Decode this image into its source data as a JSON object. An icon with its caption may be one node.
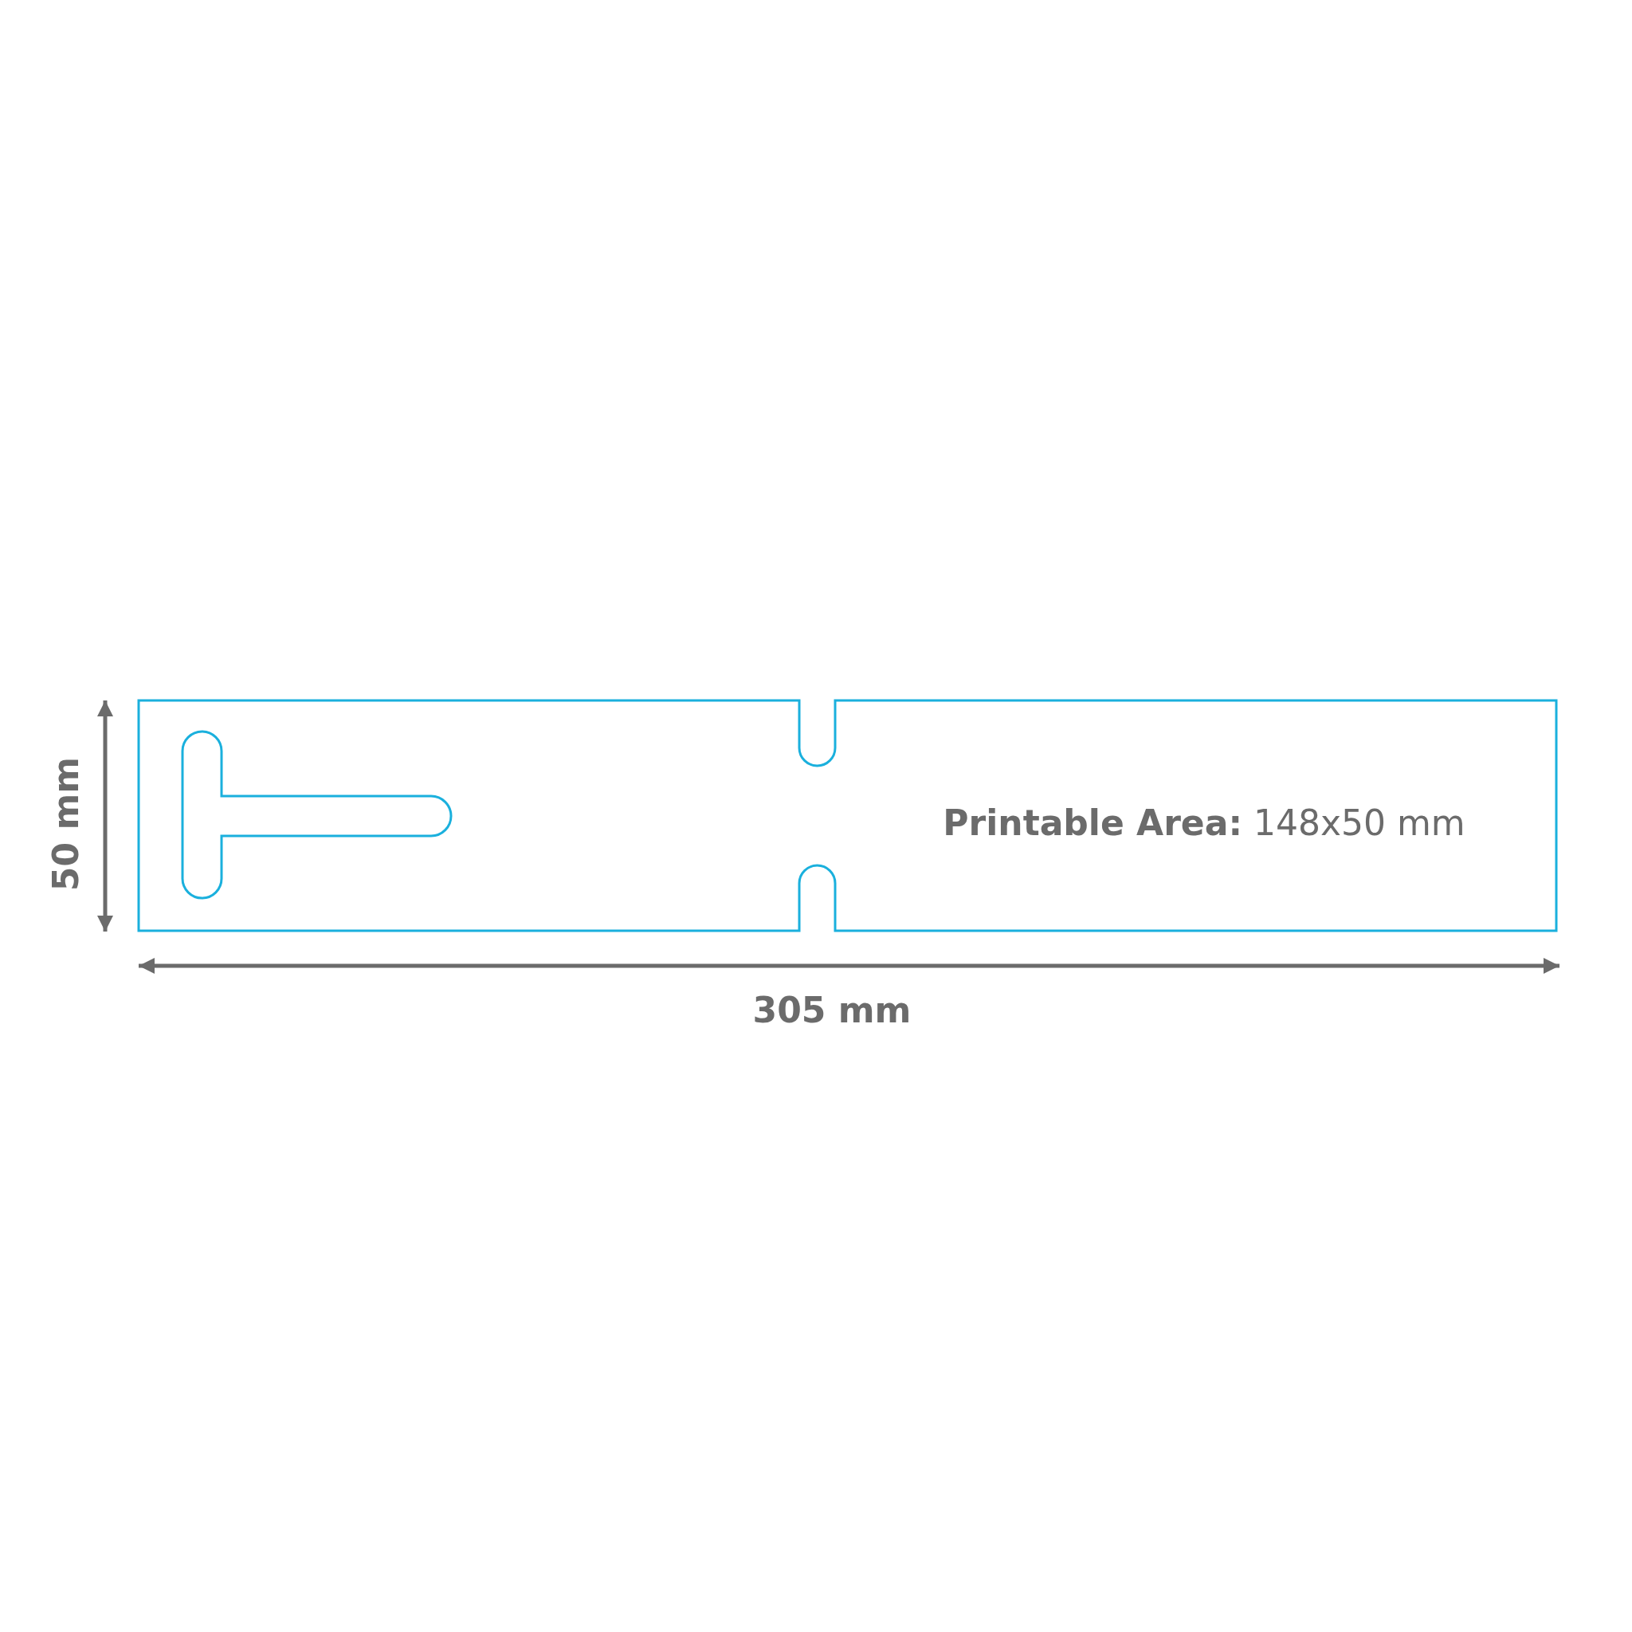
{
  "diagram": {
    "nodes": [
      {
        "text": [
          "**Printable Area:** 148x50 mm"
        ]
      }
    ],
    "labels": [
      "50 mm",
      "305 mm"
    ]
  }
}
